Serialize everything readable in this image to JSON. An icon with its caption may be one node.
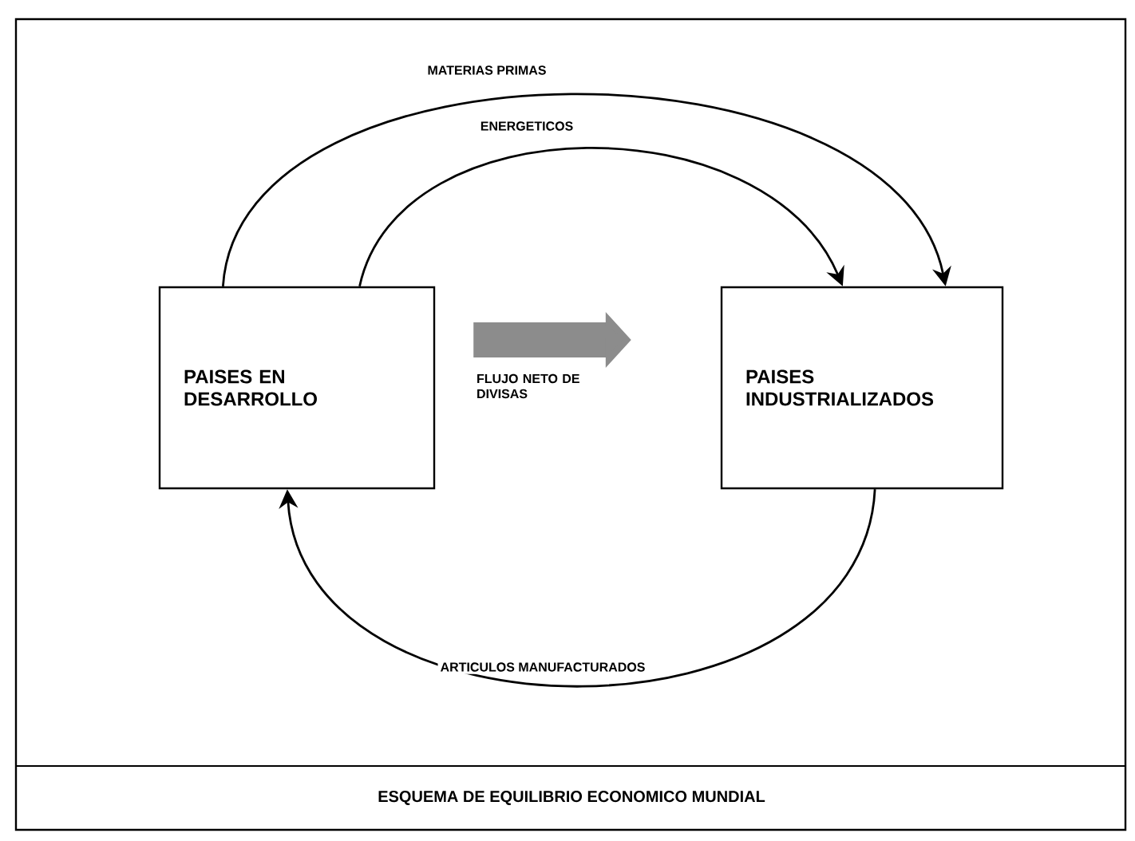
{
  "diagram": {
    "caption": "ESQUEMA DE EQUILIBRIO ECONOMICO MUNDIAL",
    "nodes": [
      {
        "text": [
          "PAISES EN DESARROLLO"
        ]
      },
      {
        "text": [
          "PAISES INDUSTRIALIZADOS"
        ]
      }
    ],
    "edges": [
      {
        "from": 0,
        "to": 1,
        "arrow": "to",
        "label": "MATERIAS PRIMAS"
      },
      {
        "from": 0,
        "to": 1,
        "arrow": "to",
        "label": "ENERGETICOS"
      },
      {
        "from": 1,
        "to": 0,
        "arrow": "to",
        "label": "ARTICULOS MANUFACTURADOS"
      },
      {
        "from": 0,
        "to": 1,
        "arrow": "to",
        "label": "FLUJO NETO DE DIVISAS",
        "style": "thick",
        "color": "#8c8c8c"
      }
    ]
  }
}
